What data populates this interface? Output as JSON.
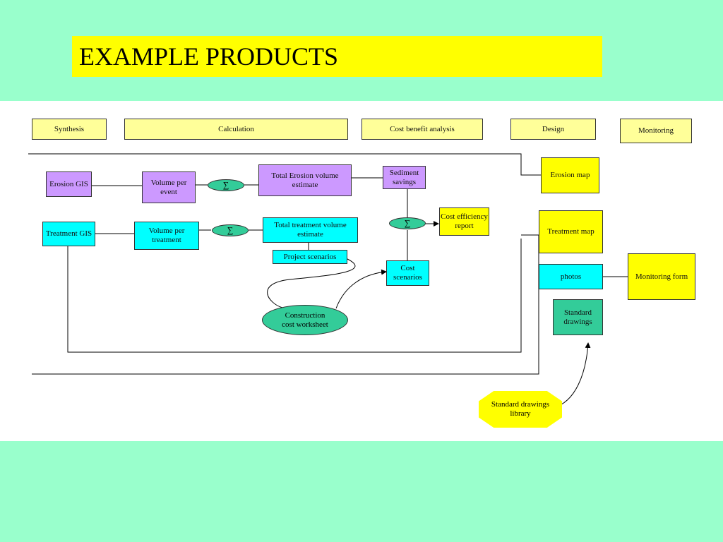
{
  "title": "EXAMPLE PRODUCTS",
  "headers": {
    "synthesis": "Synthesis",
    "calculation": "Calculation",
    "cost_benefit": "Cost benefit analysis",
    "design": "Design",
    "monitoring": "Monitoring"
  },
  "nodes": {
    "erosion_gis": "Erosion GIS",
    "volume_per_event": "Volume per event",
    "sigma": "∑",
    "total_erosion": "Total Erosion volume estimate",
    "sediment_savings": "Sediment savings",
    "erosion_map": "Erosion map",
    "treatment_gis": "Treatment GIS",
    "volume_per_treatment": "Volume per treatment",
    "total_treatment": "Total treatment volume estimate",
    "cost_efficiency": "Cost efficiency report",
    "treatment_map": "Treatment map",
    "project_scenarios": "Project scenarios",
    "cost_scenarios": "Cost scenarios",
    "photos": "photos",
    "monitoring_form": "Monitoring form",
    "standard_drawings": "Standard drawings",
    "construction_cost": "Construction cost worksheet",
    "standard_drawings_library": "Standard drawings library"
  },
  "colors": {
    "background": "#99ffcc",
    "title_bar": "#ffff00",
    "header_box": "#ffff99",
    "product_box": "#ffff00",
    "erosion_box": "#cc99ff",
    "treatment_box": "#00ffff",
    "sum_node": "#33cc99"
  }
}
